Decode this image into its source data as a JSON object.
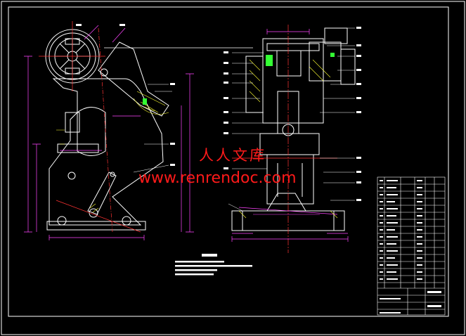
{
  "drawing": {
    "watermark_cn": "人人文库",
    "watermark_url": "www.renrendoc.com",
    "colors": {
      "background": "#000000",
      "frame": "#ffffff",
      "outline": "#ffffff",
      "dimension": "#ff33ff",
      "centerline": "#ff3333",
      "hatch": "#ffff33",
      "part": "#33ff33",
      "watermark": "#ff1a1a"
    },
    "icons": [
      "flywheel-icon",
      "punch-press-side-view",
      "punch-press-front-view",
      "title-block-table"
    ]
  }
}
